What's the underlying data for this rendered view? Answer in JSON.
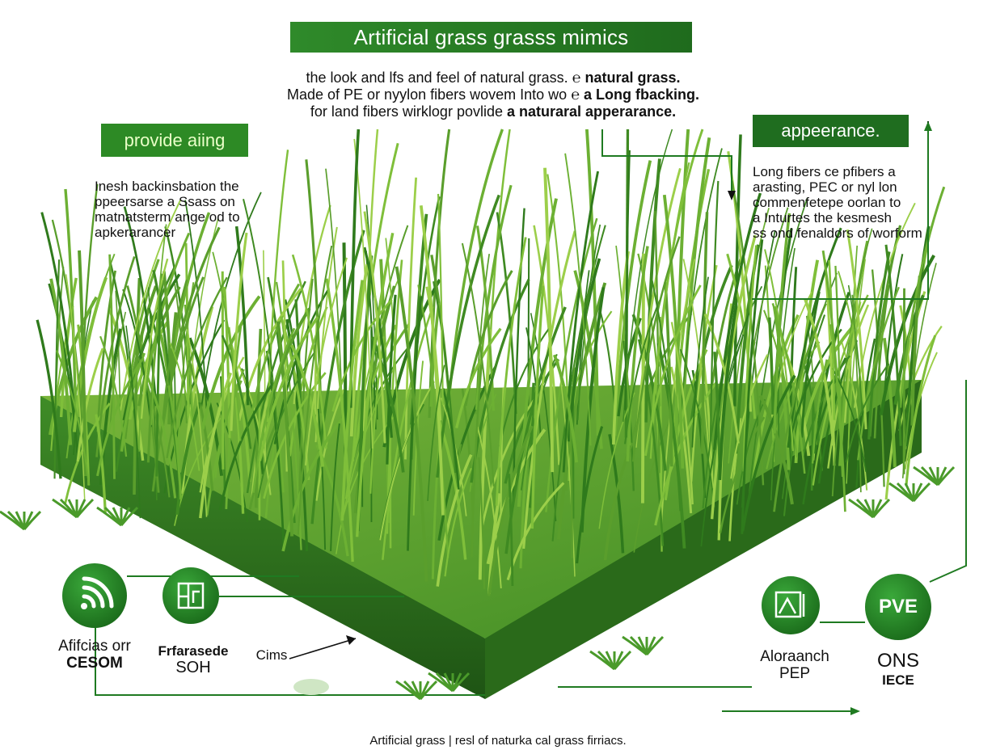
{
  "title": "Artificial grass grasss mimics",
  "intro": {
    "line1": "the look and lfs and feel of natural grass.",
    "line1_mark": "℮ natural grass.",
    "line2": "Made of PE or nyylon fibers wovem Into wo",
    "line2_bold": "℮ a Long fbacking.",
    "line3": "for land fibers wirklogr povlide",
    "line3_bold": "a naturaral apperarance."
  },
  "tag_left": "provide aiing",
  "tag_right": "appeerance.",
  "note_left": {
    "line1": "Inesh backinsbation the",
    "line2": "ppeersarse a Ssass on",
    "line3": "matnatsterm ange od to",
    "line4": "apkerarancer"
  },
  "note_right": {
    "line1": "Long fibers ce pfibers a",
    "line2": "arasting, PEC or nyl lon",
    "line3": "commenfetepe oorlan to",
    "line4": "a Inturtes the kesmesh",
    "line5": "ss ond fenaldors of worform"
  },
  "icons": [
    {
      "name": "wifi-icon",
      "label1": "Afifcias orr",
      "label2": "CESOM"
    },
    {
      "name": "panel-icon",
      "label1": "Frfarasede",
      "label2": "SOH"
    },
    {
      "name": "frame-icon",
      "label1": "Aloraanch",
      "label2": "PEP"
    },
    {
      "name": "pve-badge",
      "text": "PVE",
      "label1": "ONS",
      "label2": "IECE"
    }
  ],
  "cims": "Cims",
  "footer": "Artificial grass | resl of naturka cal grass firriacs.",
  "colors": {
    "accent": "#1f7a21",
    "grass_light": "#8cc63f",
    "grass_dark": "#2c6e1d"
  }
}
